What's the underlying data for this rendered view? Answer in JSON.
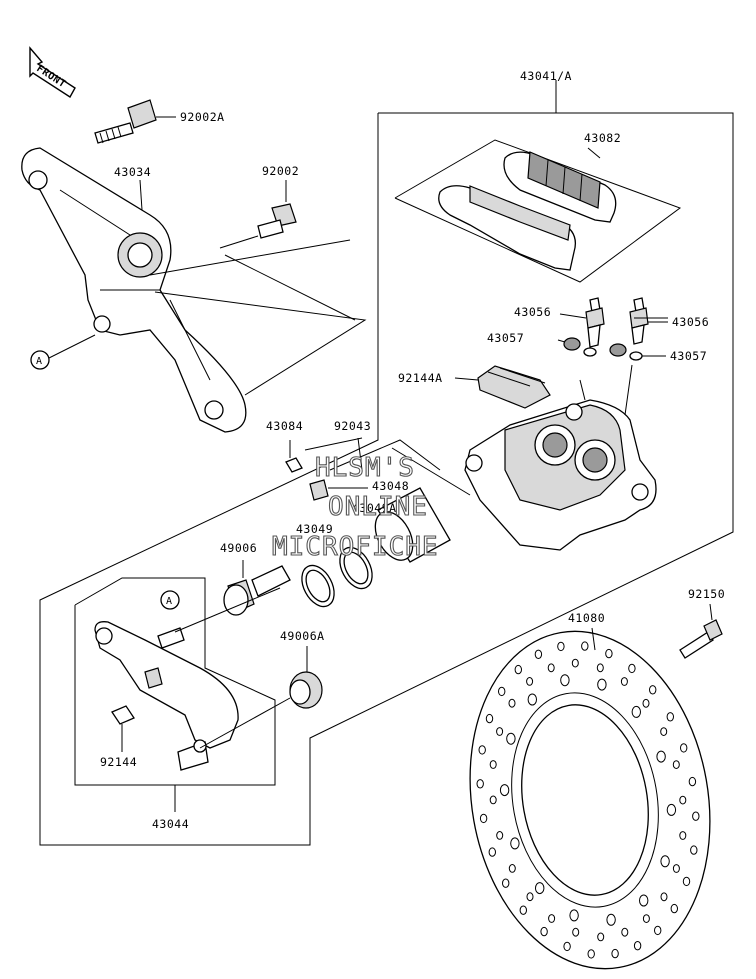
{
  "front_arrow": {
    "label": "FRONT"
  },
  "callout_marker": {
    "label": "A"
  },
  "labels": {
    "caliper_assy": "43041/A",
    "bolt_a": "92002A",
    "bracket": "43034",
    "bolt": "92002",
    "pads": "43082",
    "bleeder_left": "43056",
    "bleeder_right": "43056",
    "cap_left": "43057",
    "cap_right": "43057",
    "spring_a": "92144A",
    "pin_clip": "43084",
    "seal_92043": "92043",
    "part_43048": "43048",
    "seal_43049a": "43049A",
    "seal_43049": "43049",
    "boot_49006": "49006",
    "boot_49006a": "49006A",
    "holder": "43044",
    "spring": "92144",
    "disc": "41080",
    "disc_bolt": "92150"
  },
  "watermark": {
    "line1": "HLSM'S",
    "line2": "ONLINE",
    "line3": "MICROFICHE"
  }
}
